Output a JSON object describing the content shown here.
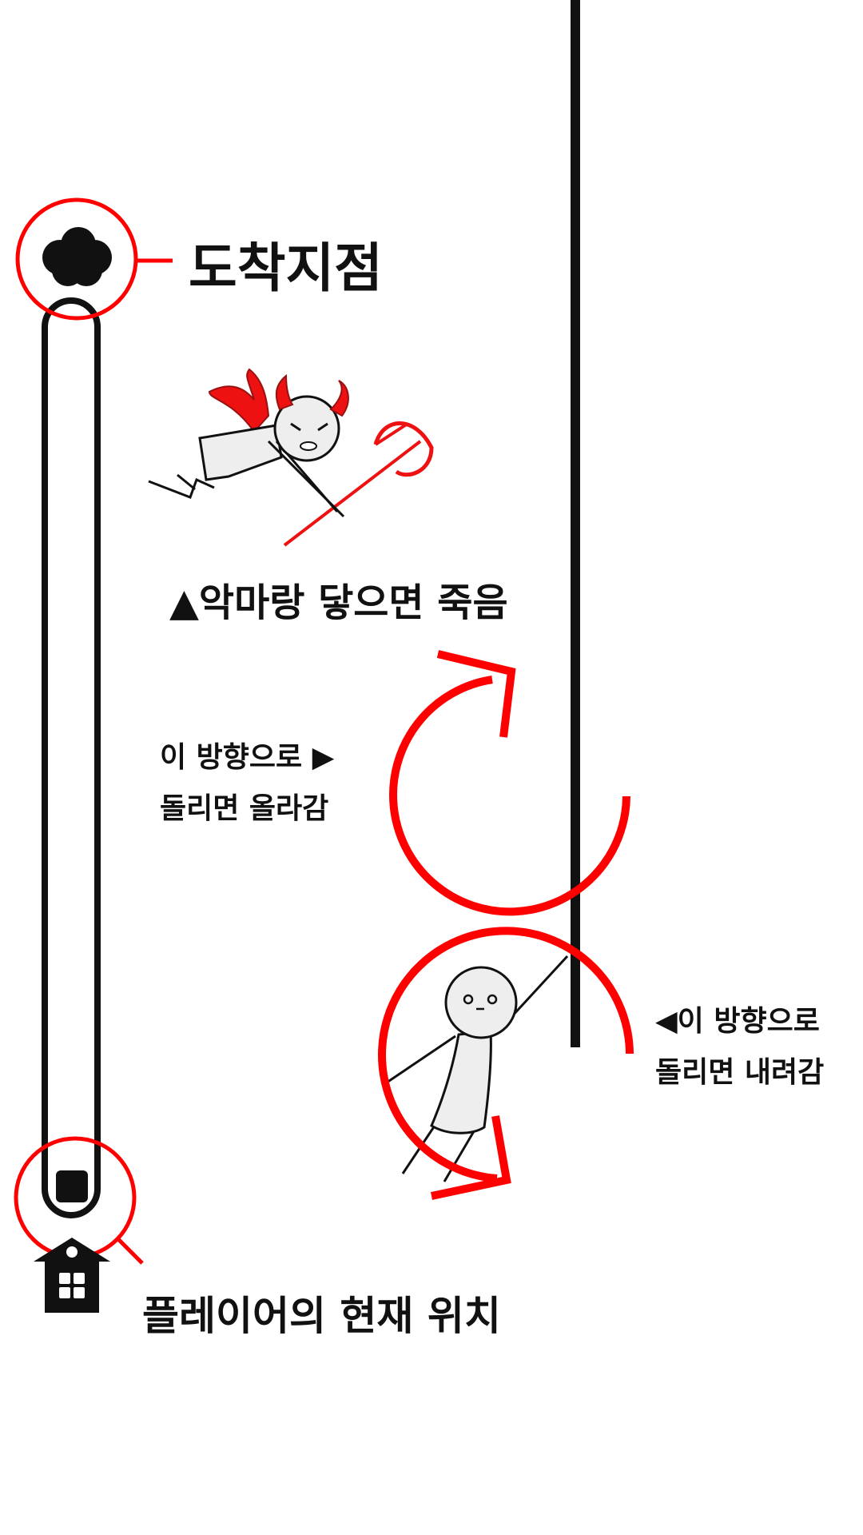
{
  "labels": {
    "goal": "도착지점",
    "devil_warning": "▲악마랑 닿으면 죽음",
    "rotate_up_line1": "이 방향으로 ▶",
    "rotate_up_line2": "돌리면 올라감",
    "rotate_down_line1": "◀이 방향으로",
    "rotate_down_line2": "돌리면 내려감",
    "player_position": "플레이어의 현재 위치"
  },
  "progress": {
    "player_height_fraction": 0.0
  },
  "icons": [
    "cloud-icon",
    "house-icon",
    "devil-character",
    "player-character",
    "rotate-up-arrow",
    "rotate-down-arrow"
  ],
  "colors": {
    "accent": "#ff0000",
    "ink": "#111111",
    "character_fill": "#eeeeee",
    "background": "#ffffff"
  }
}
